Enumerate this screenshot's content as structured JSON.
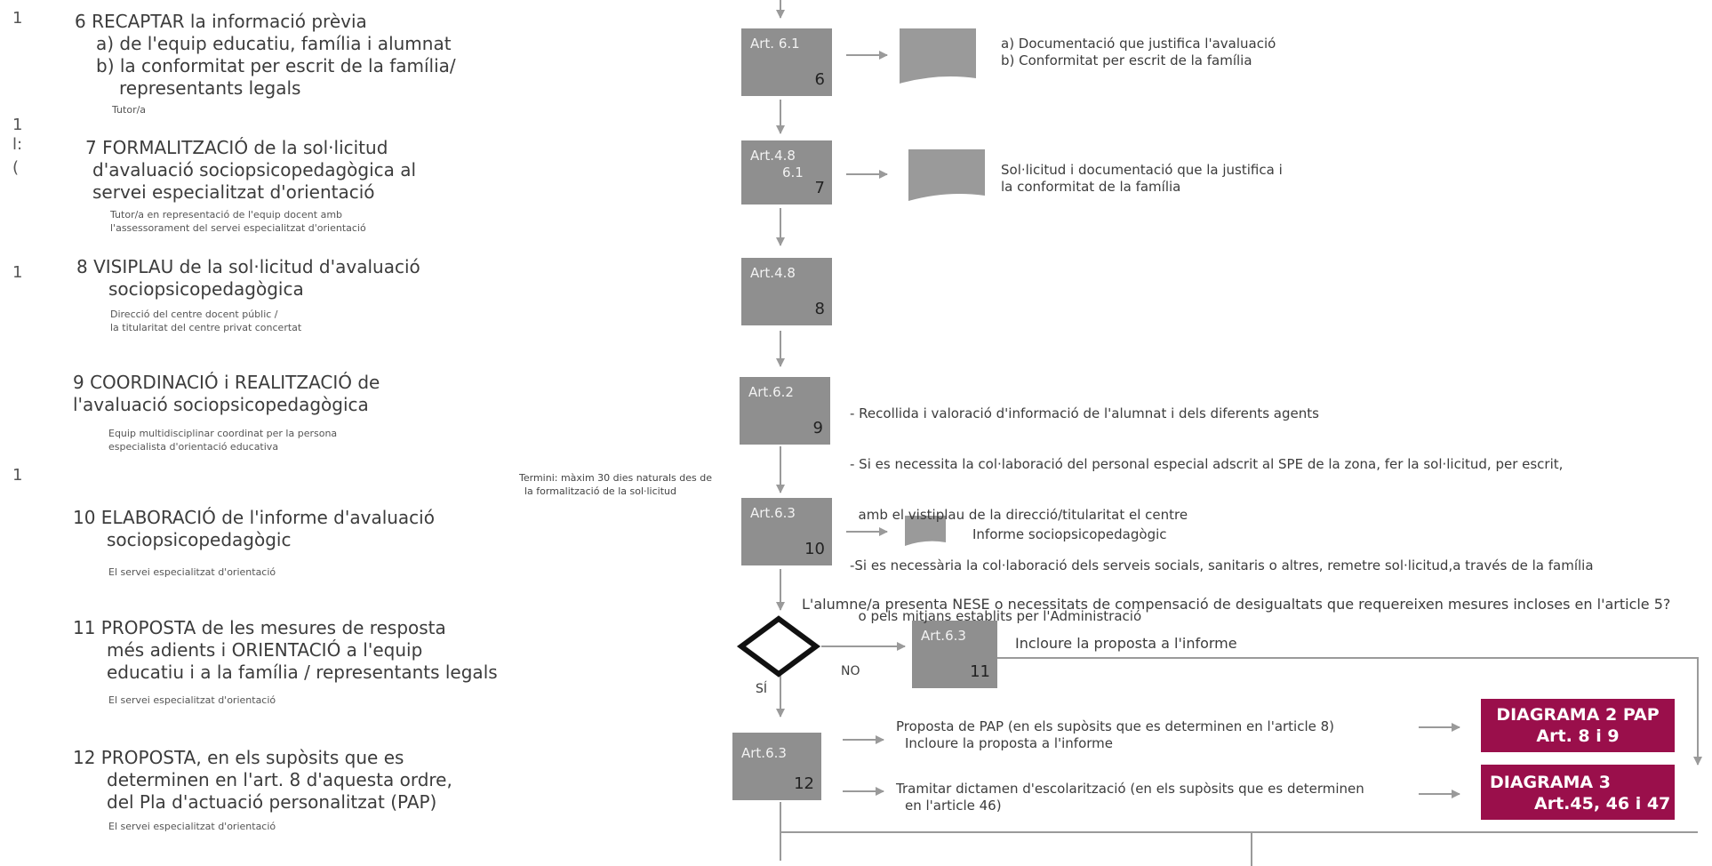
{
  "margin": {
    "marks": [
      "1",
      "1",
      "l:",
      "(",
      "1",
      "1"
    ]
  },
  "steps": {
    "s6": {
      "title_l1": "6 RECAPTAR la informació prèvia",
      "title_l2": "a) de l'equip educatiu, família i alumnat",
      "title_l3": "b) la conformitat per escrit de la família/",
      "title_l4": "representants legals",
      "responsible": "Tutor/a"
    },
    "s7": {
      "title_l1": "7 FORMALITZACIÓ de la sol·licitud",
      "title_l2": "d'avaluació sociopsicopedagògica al",
      "title_l3": "servei especialitzat d'orientació",
      "resp_l1": "Tutor/a en representació de l'equip docent amb",
      "resp_l2": "l'assessorament del servei especialitzat d'orientació"
    },
    "s8": {
      "title_l1": "8 VISIPLAU de la sol·licitud d'avaluació",
      "title_l2": "sociopsicopedagògica",
      "resp_l1": "Direcció del centre docent públic /",
      "resp_l2": "la titularitat del centre privat concertat"
    },
    "s9": {
      "title_l1": "9 COORDINACIÓ i REALITZACIÓ de",
      "title_l2": "l'avaluació sociopsicopedagògica",
      "resp_l1": "Equip multidisciplinar coordinat per la persona",
      "resp_l2": "especialista d'orientació educativa"
    },
    "s10": {
      "title_l1": "10 ELABORACIÓ de l'informe d'avaluació",
      "title_l2": "sociopsicopedagògic",
      "responsible": "El servei especialitzat d'orientació"
    },
    "s11": {
      "title_l1": "11 PROPOSTA de les mesures de resposta",
      "title_l2": "més adients i ORIENTACIÓ a l'equip",
      "title_l3": "educatiu i a la família / representants legals",
      "responsible": "El servei especialitzat d'orientació"
    },
    "s12": {
      "title_l1": "12  PROPOSTA, en els supòsits que es",
      "title_l2": "determinen en l'art. 8 d'aquesta ordre,",
      "title_l3": "del Pla d'actuació personalitzat (PAP)",
      "responsible": "El servei especialitzat d'orientació"
    }
  },
  "boxes": {
    "b6": {
      "art": "Art. 6.1",
      "num": "6"
    },
    "b7": {
      "art_l1": "Art.4.8",
      "art_l2": "6.1",
      "num": "7"
    },
    "b8": {
      "art": "Art.4.8",
      "num": "8"
    },
    "b9": {
      "art": "Art.6.2",
      "num": "9"
    },
    "b10": {
      "art": "Art.6.3",
      "num": "10"
    },
    "b11": {
      "art": "Art.6.3",
      "num": "11"
    },
    "b12": {
      "art": "Art.6.3",
      "num": "12"
    }
  },
  "docs": {
    "d6_l1": "a) Documentació que justifica l'avaluació",
    "d6_l2": "b) Conformitat per escrit de la família",
    "d7_l1": "Sol·licitud i documentació que la justifica i",
    "d7_l2": "la conformitat de la família",
    "d10": "Informe sociopsicopedagògic"
  },
  "step9_notes": [
    "- Recollida i valoració d'informació de l'alumnat i dels diferents agents",
    "- Si es necessita la col·laboració del personal especial adscrit al SPE de la zona, fer la sol·licitud, per escrit,",
    "  amb el vistiplau de la direcció/titularitat el centre",
    "-Si es necessària la col·laboració dels serveis socials, sanitaris o altres, remetre sol·licitud,a través de la família",
    "  o pels mitjans establits per l'Administració"
  ],
  "deadline": {
    "l1": "Termini: màxim 30 dies naturals des de",
    "l2": "la formalització de la sol·licitud"
  },
  "decision": {
    "question": "L'alumne/a presenta NESE o necessitats de compensació de desigualtats que requereixen mesures incloses en l'article 5?",
    "no_label": "NO",
    "yes_label": "SÍ",
    "no_action": "Incloure la proposta a l'informe"
  },
  "step12_actions": {
    "a1_l1": "Proposta de PAP (en els supòsits que es determinen en l'article 8)",
    "a1_l2": "Incloure la proposta a l'informe",
    "a2_l1": "Tramitar dictamen d'escolarització (en els supòsits que es determinen",
    "a2_l2": "en l'article 46)"
  },
  "diagrams": {
    "d2_l1": "DIAGRAMA 2 PAP",
    "d2_l2": "Art. 8 i 9",
    "d3_l1": "DIAGRAMA 3",
    "d3_l2": "Art.45, 46 i 47"
  },
  "colors": {
    "box": "#8f8f8f",
    "diagram": "#9a0f4b",
    "arrow": "#9a9a9a"
  }
}
